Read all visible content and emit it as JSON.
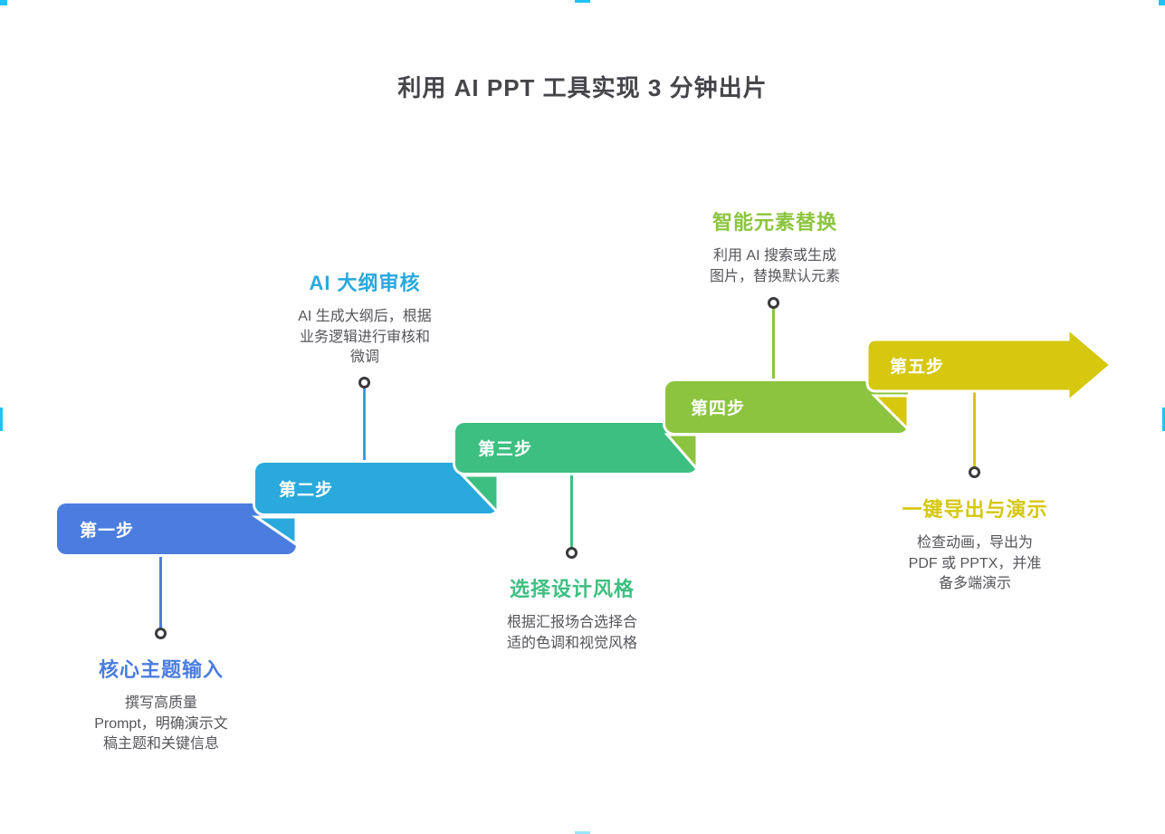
{
  "canvas": {
    "background": "#ffffff",
    "handle_color": "#1fc3f8"
  },
  "title": "利用 AI PPT 工具实现 3 分钟出片",
  "title_color": "#45454a",
  "text_color": "#55555a",
  "node_ring_color": "#3a3a3e",
  "steps": [
    {
      "label": "第一步",
      "color": "#4a7dde",
      "callout_position": "below",
      "title": "核心主题输入",
      "description": "撰写高质量\nPrompt，明确演示文\n稿主题和关键信息"
    },
    {
      "label": "第二步",
      "color": "#29a9dc",
      "callout_position": "above",
      "title": "AI 大纲审核",
      "description": "AI 生成大纲后，根据\n业务逻辑进行审核和\n微调"
    },
    {
      "label": "第三步",
      "color": "#3dbf81",
      "callout_position": "below",
      "title": "选择设计风格",
      "description": "根据汇报场合选择合\n适的色调和视觉风格"
    },
    {
      "label": "第四步",
      "color": "#8cc43f",
      "callout_position": "above",
      "title": "智能元素替换",
      "description": "利用 AI 搜索或生成\n图片，替换默认元素"
    },
    {
      "label": "第五步",
      "color": "#d6c70f",
      "callout_position": "below",
      "title": "一键导出与演示",
      "description": "检查动画，导出为\nPDF 或 PPTX，并准\n备多端演示"
    }
  ]
}
